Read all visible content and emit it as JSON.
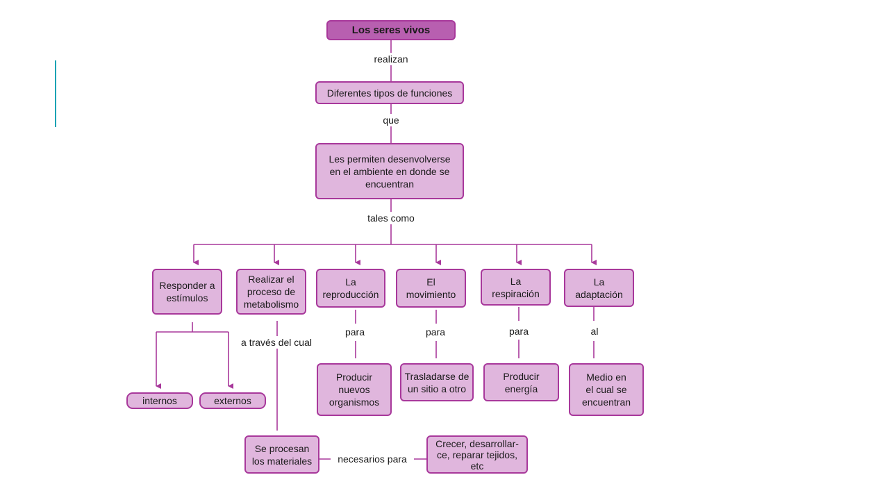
{
  "colors": {
    "node_fill": "#e0b6dd",
    "root_fill": "#b85fb0",
    "border": "#a8389b",
    "connector": "#a8389b",
    "accent_line": "#1aa3b4"
  },
  "nodes": {
    "root": "Los seres vivos",
    "functions": "Diferentes tipos de funciones",
    "environment": "Les permiten desenvolverse\nen el ambiente en donde se\nencuentran",
    "stimuli": "Responder a\nestímulos",
    "metabolism": "Realizar el\nproceso de\nmetabolismo",
    "reproduction": "La\nreproducción",
    "movement": "El\nmovimiento",
    "respiration": "La\nrespiración",
    "adaptation": "La\nadaptación",
    "internal": "internos",
    "external": "externos",
    "new_organisms": "Producir\nnuevos\norganismos",
    "relocate": "Trasladarse de\nun sitio a otro",
    "energy": "Producir\nenergía",
    "medium": "Medio en\nel cual se\nencuentran",
    "process_materials": "Se procesan\nlos materiales",
    "grow": "Crecer, desarrollar-\nce, reparar tejidos,\netc"
  },
  "links": {
    "realizan": "realizan",
    "que": "que",
    "tales_como": "tales como",
    "a_traves": "a través del cual",
    "para_1": "para",
    "para_2": "para",
    "para_3": "para",
    "al": "al",
    "necesarios": "necesarios para"
  }
}
